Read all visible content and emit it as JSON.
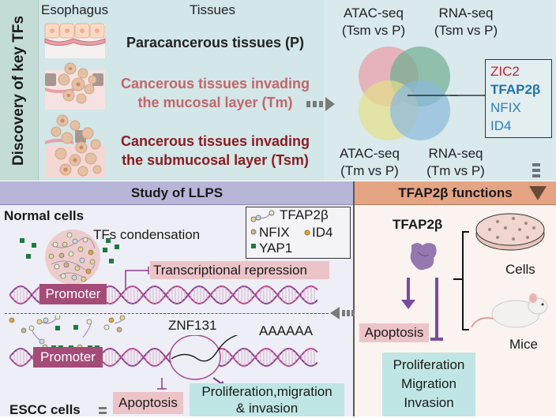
{
  "discovery": {
    "section_title": "Discovery of key TFs",
    "col_headers": {
      "esophagus": "Esophagus",
      "tissues": "Tissues"
    },
    "tissues": [
      {
        "label_line1": "Paracancerous tissues (P)",
        "label_line2": "",
        "color": "#222222"
      },
      {
        "label_line1": "Cancerous tissues invading",
        "label_line2": "the mucosal layer (Tm)",
        "color": "#c4666a"
      },
      {
        "label_line1": "Cancerous tissues invading",
        "label_line2": "the submucosal layer (Tsm)",
        "color": "#8c1c1f"
      }
    ],
    "venn": {
      "top_left": {
        "line1": "ATAC-seq",
        "line2": "(Tsm vs P)",
        "color": "#e8a0a8"
      },
      "top_right": {
        "line1": "RNA-seq",
        "line2": "(Tsm vs P)",
        "color": "#7db79c"
      },
      "bottom_left": {
        "line1": "ATAC-seq",
        "line2": "(Tm vs P)",
        "color": "#e4e08a"
      },
      "bottom_right": {
        "line1": "RNA-seq",
        "line2": "(Tm vs P)",
        "color": "#8ab8dd"
      }
    },
    "key_tfs": [
      {
        "name": "ZIC2",
        "color": "#c8202f",
        "bold": false
      },
      {
        "name": "TFAP2β",
        "color": "#1f73b0",
        "bold": true
      },
      {
        "name": "NFIX",
        "color": "#2a7fc0",
        "bold": false
      },
      {
        "name": "ID4",
        "color": "#2a7fc0",
        "bold": false
      }
    ]
  },
  "llps": {
    "title": "Study of LLPS",
    "normal_cells_label": "Normal cells",
    "condensation_label": "TFs condensation",
    "repression_label": "Transcriptional repression",
    "promoter_label": "Promoter",
    "legend": {
      "tfap2b": "TFAP2β",
      "nfix": "NFIX",
      "id4": "ID4",
      "yap1": "YAP1"
    },
    "escc": {
      "gene_label": "ZNF131",
      "polya_label": "AAAAAA",
      "promoter_label": "Promoter",
      "apoptosis_label": "Apoptosis",
      "prolif_line1": "Proliferation,migration",
      "prolif_line2": "& invasion",
      "cells_label": "ESCC cells"
    }
  },
  "functions": {
    "title": "TFAP2β functions",
    "protein_label": "TFAP2β",
    "models": {
      "cells": "Cells",
      "mice": "Mice"
    },
    "apoptosis_label": "Apoptosis",
    "outcomes": [
      "Proliferation",
      "Migration",
      "Invasion"
    ]
  },
  "colors": {
    "dna_strand": "#b0408a",
    "arrow_purple": "#7b4a9e",
    "promoter_box": "#a44b78",
    "yap1": "#1f7a3e"
  }
}
